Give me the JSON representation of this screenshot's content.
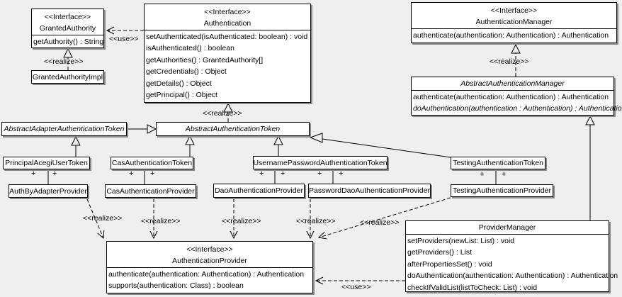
{
  "classes": {
    "granted_authority": {
      "stereotype": "<<Interface>>",
      "name": "GrantedAuthority",
      "methods": [
        "getAuthority() : String"
      ]
    },
    "granted_authority_impl": {
      "name": "GrantedAuthorityImpl"
    },
    "authentication": {
      "stereotype": "<<Interface>>",
      "name": "Authentication",
      "methods": [
        "setAuthenticated(isAuthenticated: boolean) : void",
        "isAuthenticated() : boolean",
        "getAuthorities() : GrantedAuthority[]",
        "getCredentials() : Object",
        "getDetails() : Object",
        "getPrincipal() : Object"
      ]
    },
    "authentication_manager": {
      "stereotype": "<<Interface>>",
      "name": "AuthenticationManager",
      "methods": [
        "authenticate(authentication: Authentication) : Authentication"
      ]
    },
    "abstract_authentication_manager": {
      "name": "AbstractAuthenticationManager",
      "methods": [
        "authenticate(authentication: Authentication) : Authentication",
        "doAuthentication(authentication : Authentication) : Authentication"
      ]
    },
    "abstract_adapter_authentication_token": {
      "name": "AbstractAdapterAuthenticationToken"
    },
    "abstract_authentication_token": {
      "name": "AbstractAuthenticationToken"
    },
    "principal_acegi_user_token": {
      "name": "PrincipalAcegiUserToken"
    },
    "cas_authentication_token": {
      "name": "CasAuthenticationToken"
    },
    "username_password_authentication_token": {
      "name": "UsernamePasswordAuthenticationToken"
    },
    "testing_authentication_token": {
      "name": "TestingAuthenticationToken"
    },
    "auth_by_adapter_provider": {
      "name": "AuthByAdapterProvider"
    },
    "cas_authentication_provider": {
      "name": "CasAuthenticationProvider"
    },
    "dao_authentication_provider": {
      "name": "DaoAuthenticationProvider"
    },
    "password_dao_authentication_provider": {
      "name": "PasswordDaoAuthenticationProvider"
    },
    "testing_authentication_provider": {
      "name": "TestingAuthenticationProvider"
    },
    "authentication_provider": {
      "stereotype": "<<Interface>>",
      "name": "AuthenticationProvider",
      "methods": [
        "authenticate(authentication: Authentication) : Authentication",
        "supports(authentication: Class) : boolean"
      ]
    },
    "provider_manager": {
      "name": "ProviderManager",
      "methods": [
        "setProviders(newList: List) : void",
        "getProviders() : List",
        "afterPropertiesSet() : void",
        "doAuthentication(authentication: Authentication) : Authentication",
        "checkIfValidList(listToCheck: List) : void"
      ]
    }
  },
  "labels": {
    "use": "<<use>>",
    "realize": "<<realize>>",
    "plus": "+"
  }
}
